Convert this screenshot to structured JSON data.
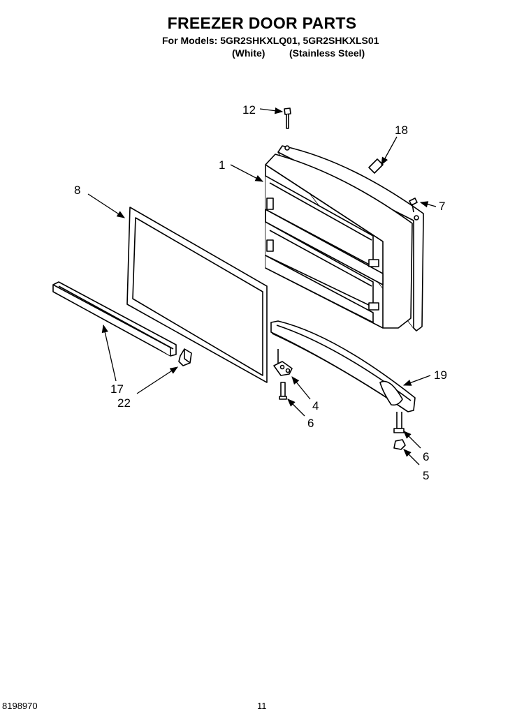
{
  "header": {
    "title": "FREEZER DOOR PARTS",
    "models": "For Models: 5GR2SHKXLQ01, 5GR2SHKXLS01",
    "variant_1": "(White)",
    "variant_2": "(Stainless Steel)"
  },
  "callouts": {
    "c12": "12",
    "c18": "18",
    "c1": "1",
    "c7": "7",
    "c8": "8",
    "c19": "19",
    "c17": "17",
    "c22": "22",
    "c4": "4",
    "c6a": "6",
    "c6b": "6",
    "c5": "5"
  },
  "footer": {
    "doc_number": "8198970",
    "page_number": "11"
  }
}
